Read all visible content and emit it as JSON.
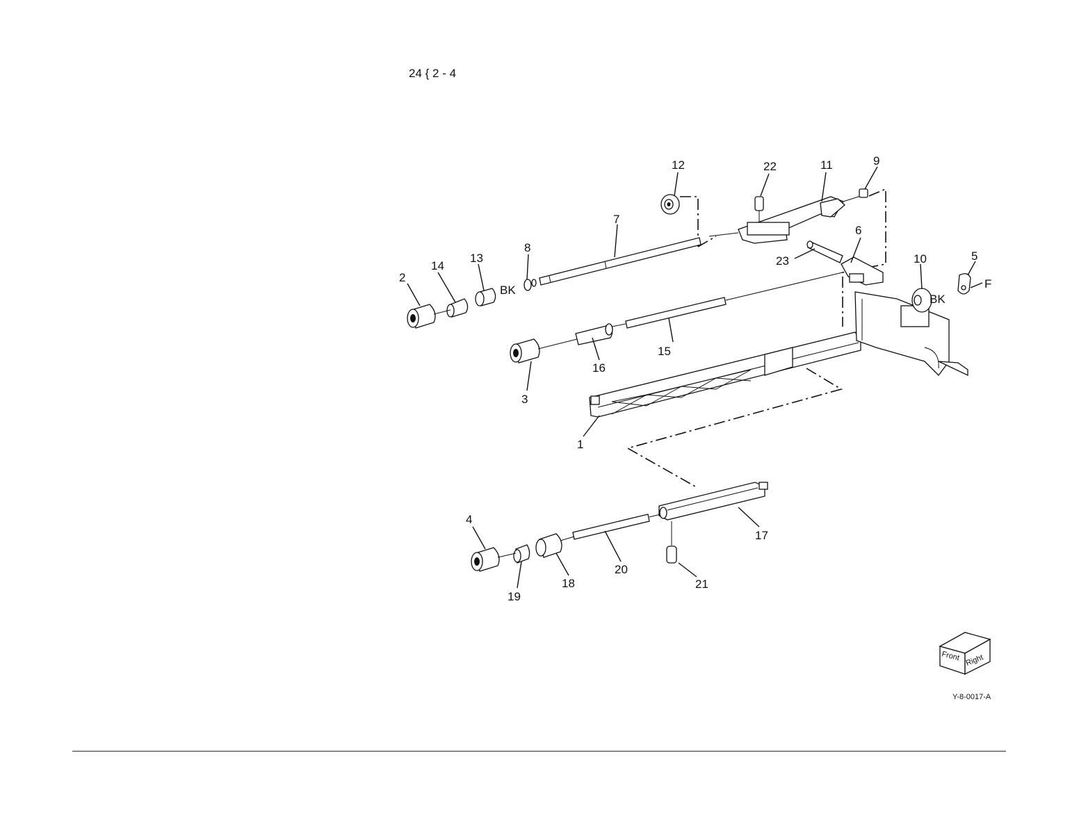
{
  "header": {
    "ref_text": "24 { 2 - 4"
  },
  "callouts": [
    "1",
    "2",
    "3",
    "4",
    "5",
    "6",
    "7",
    "8",
    "9",
    "10",
    "11",
    "12",
    "13",
    "14",
    "15",
    "16",
    "17",
    "18",
    "19",
    "20",
    "21",
    "22",
    "23"
  ],
  "markers": {
    "bk_left": "BK",
    "bk_right": "BK",
    "f": "F"
  },
  "orientation": {
    "front": "Front",
    "right": "Right"
  },
  "figure_id": "Y-8-0017-A"
}
